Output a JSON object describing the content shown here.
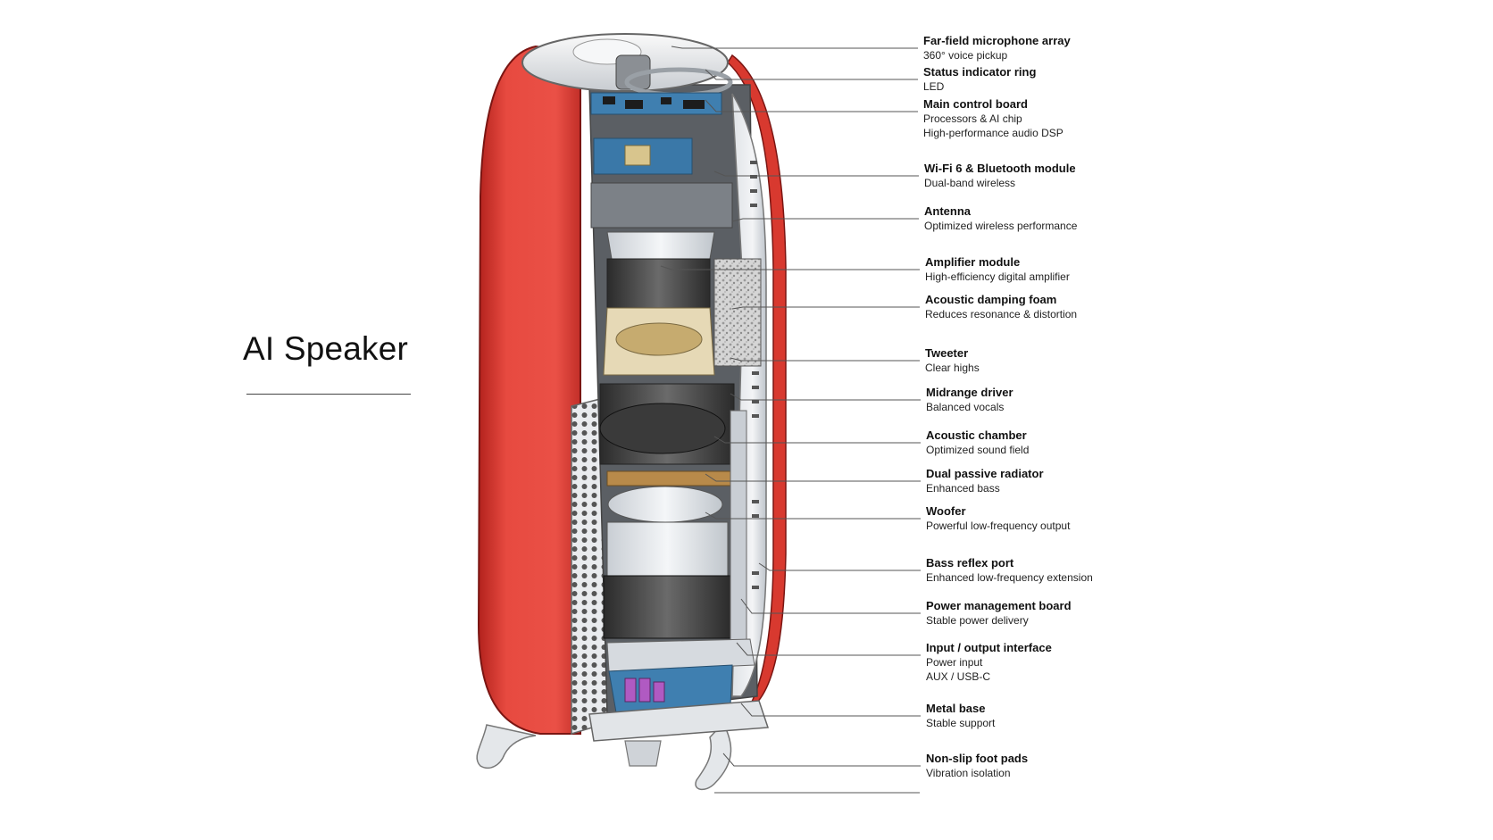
{
  "title": "AI Speaker",
  "colors": {
    "fabric": "#e5463d",
    "fabric_dark": "#a51c18",
    "metal": "#d9dde2",
    "pcb": "#3f7fb0",
    "foam": "#c7c7c7",
    "cone": "#e9ecef"
  },
  "callouts": [
    {
      "name": "Far-field microphone array",
      "lines": [
        "360° voice pickup"
      ]
    },
    {
      "name": "Status indicator ring",
      "lines": [
        "LED"
      ]
    },
    {
      "name": "Main control board",
      "lines": [
        "Processors & AI chip",
        "High-performance audio DSP"
      ]
    },
    {
      "name": "Wi-Fi 6 & Bluetooth module",
      "lines": [
        "Dual-band wireless"
      ]
    },
    {
      "name": "Antenna",
      "lines": [
        "Optimized wireless performance"
      ]
    },
    {
      "name": "Amplifier module",
      "lines": [
        "High-efficiency digital amplifier"
      ]
    },
    {
      "name": "Acoustic damping foam",
      "lines": [
        "Reduces resonance & distortion"
      ]
    },
    {
      "name": "Tweeter",
      "lines": [
        "Clear highs"
      ]
    },
    {
      "name": "Midrange driver",
      "lines": [
        "Balanced vocals"
      ]
    },
    {
      "name": "Acoustic chamber",
      "lines": [
        "Optimized sound field"
      ]
    },
    {
      "name": "Dual passive radiator",
      "lines": [
        "Enhanced bass"
      ]
    },
    {
      "name": "Woofer",
      "lines": [
        "Powerful low-frequency output"
      ]
    },
    {
      "name": "Bass reflex port",
      "lines": [
        "Enhanced low-frequency extension"
      ]
    },
    {
      "name": "Power management board",
      "lines": [
        "Stable power delivery"
      ]
    },
    {
      "name": "Input / output interface",
      "lines": [
        "Power input",
        "AUX / USB-C"
      ]
    },
    {
      "name": "Metal base",
      "lines": [
        "Stable support"
      ]
    },
    {
      "name": "Non-slip foot pads",
      "lines": [
        "Vibration isolation"
      ]
    }
  ]
}
